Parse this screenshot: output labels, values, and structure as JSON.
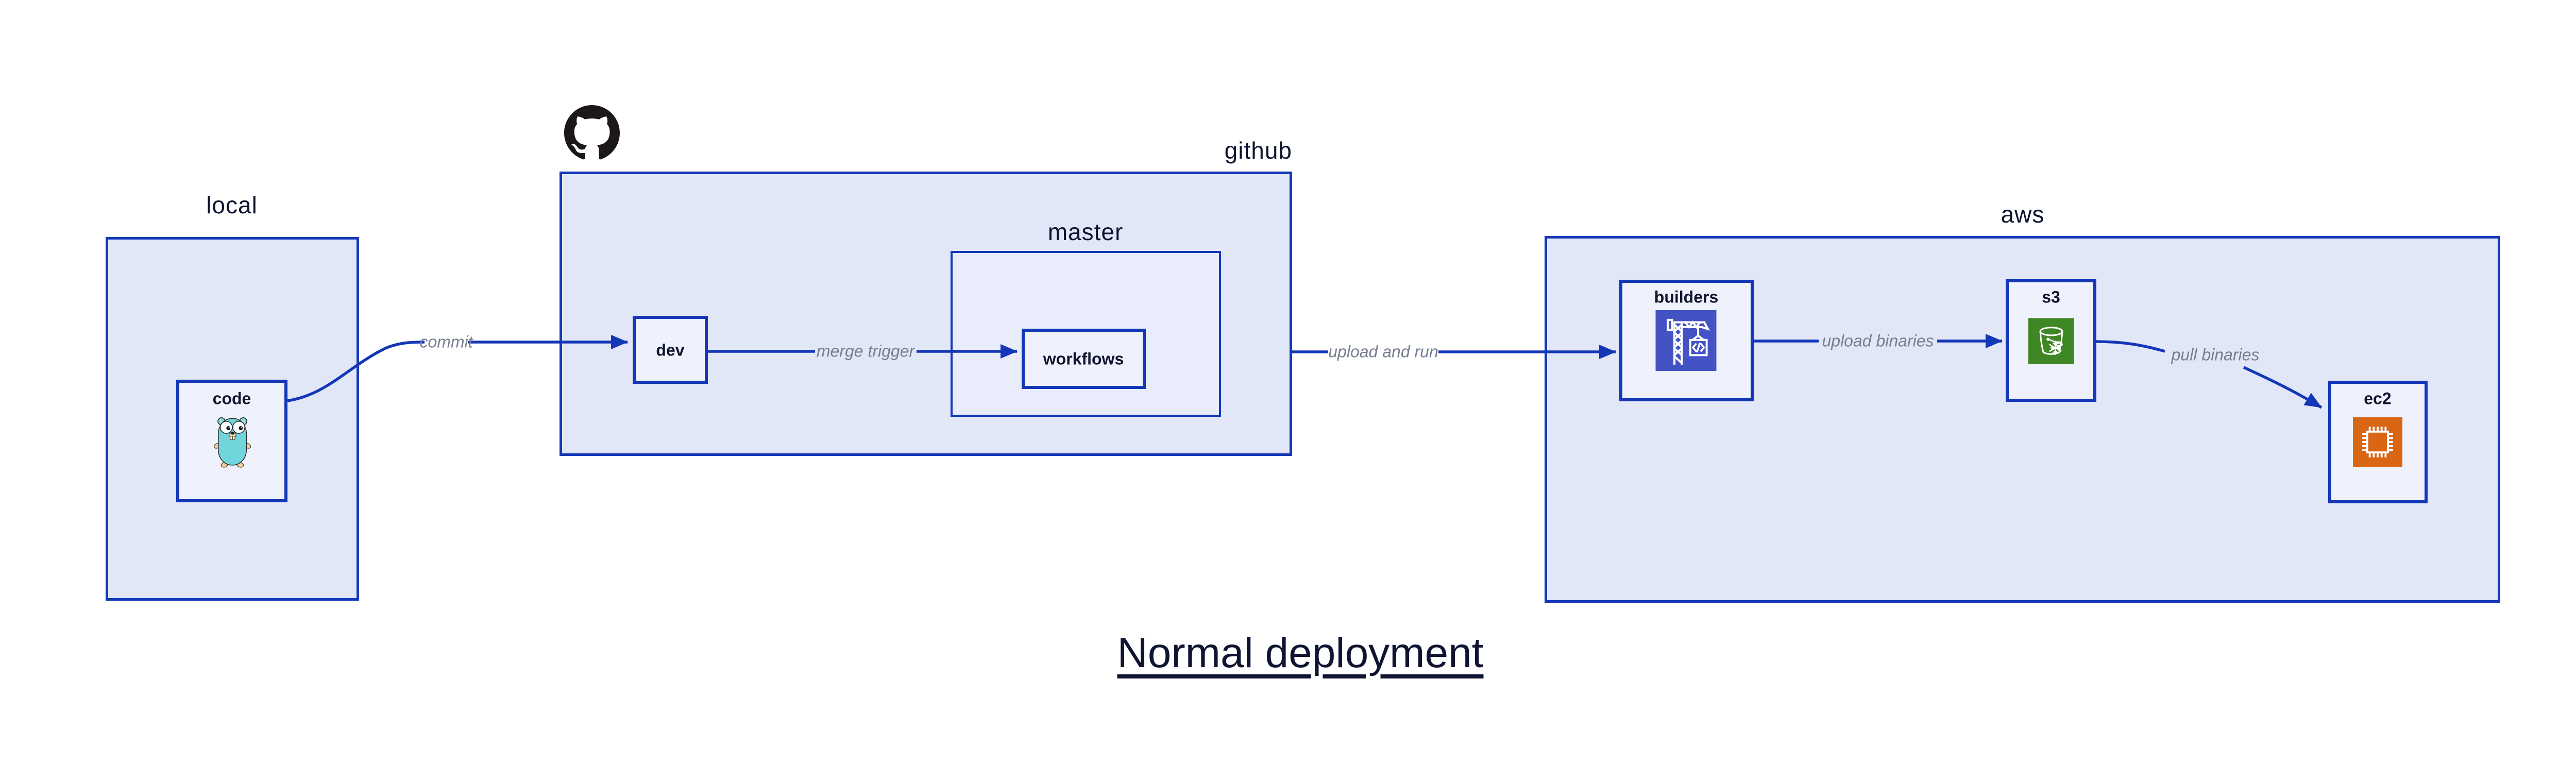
{
  "title": {
    "text": "Normal deployment"
  },
  "containers": {
    "local": {
      "label": "local"
    },
    "github": {
      "label": "github"
    },
    "master": {
      "label": "master"
    },
    "aws": {
      "label": "aws"
    }
  },
  "nodes": {
    "code": {
      "label": "code",
      "icon": "go-gopher-icon"
    },
    "dev": {
      "label": "dev"
    },
    "workflows": {
      "label": "workflows"
    },
    "builders": {
      "label": "builders",
      "icon": "codebuild-crane-icon"
    },
    "s3": {
      "label": "s3",
      "icon": "s3-bucket-icon"
    },
    "ec2": {
      "label": "ec2",
      "icon": "cpu-chip-icon"
    }
  },
  "edges": [
    {
      "from": "code",
      "to": "dev",
      "label": "commit"
    },
    {
      "from": "dev",
      "to": "workflows",
      "label": "merge trigger"
    },
    {
      "from": "workflows",
      "to": "builders",
      "label": "upload and run"
    },
    {
      "from": "builders",
      "to": "s3",
      "label": "upload binaries"
    },
    {
      "from": "s3",
      "to": "ec2",
      "label": "pull binaries"
    }
  ],
  "colors": {
    "accent_blue": "#1437b8",
    "container_fill": "#e2e7f8",
    "node_fill": "#eff2fc",
    "edge_label": "#767e8f",
    "text_dark": "#0e1331",
    "octocat": "#1b1817",
    "gopher_body": "#70d6db",
    "gopher_skin": "#f2cf9f",
    "builders_icon_bg": "#4353c4",
    "s3_icon_bg": "#3f8624",
    "ec2_icon_bg": "#d86613"
  }
}
